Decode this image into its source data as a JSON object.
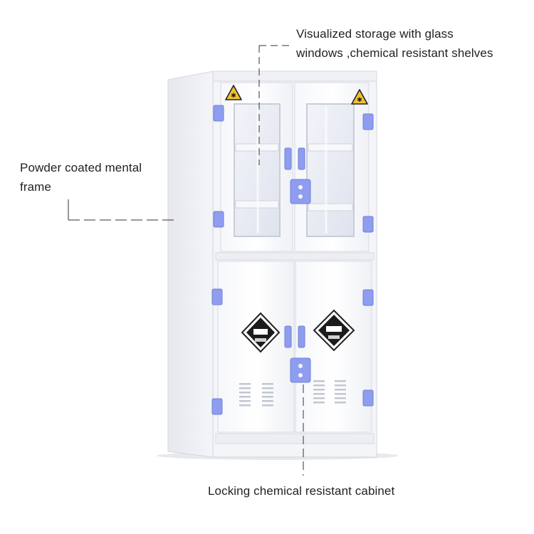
{
  "callouts": {
    "top": {
      "line1": "Visualized storage with glass",
      "line2": "windows ,chemical resistant shelves"
    },
    "left": {
      "line1": "Powder coated mental",
      "line2": "frame"
    },
    "bottom": {
      "line1": "Locking chemical resistant cabinet"
    }
  },
  "product": {
    "name": "chemical-storage-cabinet",
    "body_color": "#f3f4f7",
    "hinge_color": "#8f9df0",
    "warning_color": "#f2c230"
  }
}
